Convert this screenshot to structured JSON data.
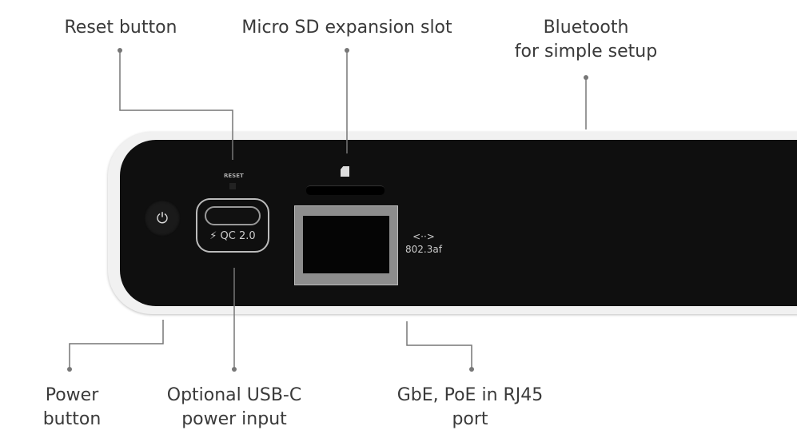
{
  "labels": {
    "reset": "Reset button",
    "microsd": "Micro SD expansion slot",
    "bluetooth_1": "Bluetooth",
    "bluetooth_2": "for simple setup",
    "power_1": "Power",
    "power_2": "button",
    "usbc_1": "Optional USB-C",
    "usbc_2": "power input",
    "gbe_1": "GbE, PoE in RJ45",
    "gbe_2": "port"
  },
  "device": {
    "reset_text": "RESET",
    "qc_text": "⚡ QC 2.0",
    "poe_arrow": "<··>",
    "poe_text": "802.3af",
    "power_symbol": "⏻"
  }
}
